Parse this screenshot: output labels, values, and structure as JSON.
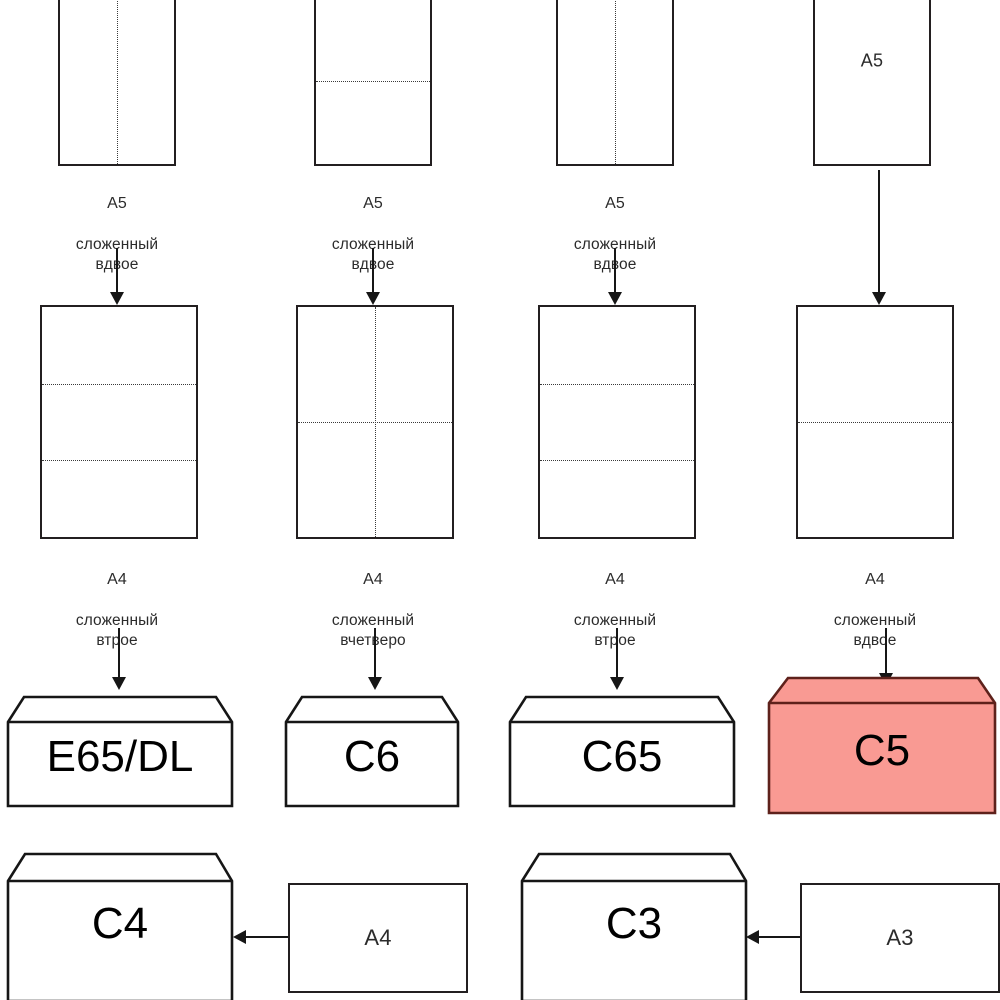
{
  "diagram": {
    "title": "Paper fold to envelope size chart",
    "language": "ru",
    "colors": {
      "stroke": "#231f20",
      "fold_line": "#3a3a3a",
      "arrow": "#161616",
      "highlight_fill": "#F99A93",
      "highlight_stroke": "#7a2a22",
      "background": "#ffffff"
    }
  },
  "columns": [
    {
      "id": "col-1",
      "top_sheet": {
        "size": "A5",
        "folds": "vertical-half",
        "label": ""
      },
      "top_caption": {
        "size": "A5",
        "fold": "сложенный\nвдвое"
      },
      "mid_sheet": {
        "size": "A4",
        "folds": "horizontal-thirds",
        "label": ""
      },
      "mid_caption": {
        "size": "A4",
        "fold": "сложенный\nвтрое"
      },
      "envelope": {
        "label": "E65/DL",
        "highlighted": false
      }
    },
    {
      "id": "col-2",
      "top_sheet": {
        "size": "A5",
        "folds": "horizontal-half",
        "label": ""
      },
      "top_caption": {
        "size": "A5",
        "fold": "сложенный\nвдвое"
      },
      "mid_sheet": {
        "size": "A4",
        "folds": "quarter-cross",
        "label": ""
      },
      "mid_caption": {
        "size": "A4",
        "fold": "сложенный\nвчетверо"
      },
      "envelope": {
        "label": "C6",
        "highlighted": false
      }
    },
    {
      "id": "col-3",
      "top_sheet": {
        "size": "A5",
        "folds": "vertical-half",
        "label": ""
      },
      "top_caption": {
        "size": "A5",
        "fold": "сложенный\nвдвое"
      },
      "mid_sheet": {
        "size": "A4",
        "folds": "horizontal-thirds",
        "label": ""
      },
      "mid_caption": {
        "size": "A4",
        "fold": "сложенный\nвтрое"
      },
      "envelope": {
        "label": "C65",
        "highlighted": false
      }
    },
    {
      "id": "col-4",
      "top_sheet": {
        "size": "A5",
        "folds": "none",
        "label": "A5"
      },
      "top_caption": {
        "size": "",
        "fold": ""
      },
      "mid_sheet": {
        "size": "A4",
        "folds": "horizontal-half",
        "label": ""
      },
      "mid_caption": {
        "size": "A4",
        "fold": "сложенный\nвдвое"
      },
      "envelope": {
        "label": "C5",
        "highlighted": true
      }
    }
  ],
  "bottom_row": [
    {
      "id": "pair-c4",
      "envelope_label": "C4",
      "sheet_label": "A4",
      "arrow": "left"
    },
    {
      "id": "pair-c3",
      "envelope_label": "C3",
      "sheet_label": "A3",
      "arrow": "left"
    }
  ]
}
